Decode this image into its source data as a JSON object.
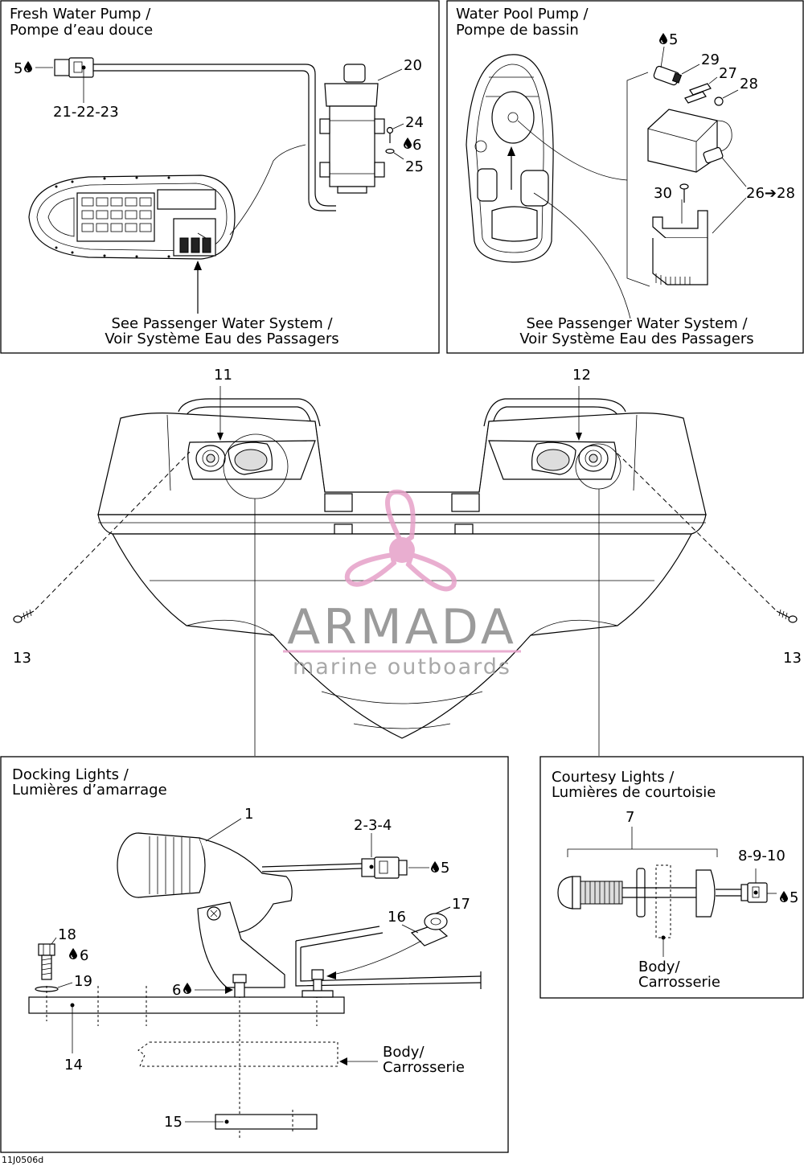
{
  "panels": {
    "fresh_water_pump": {
      "title_en": "Fresh Water Pump /",
      "title_fr": "Pompe d’eau douce",
      "see_en": "See Passenger Water System /",
      "see_fr": "Voir Système Eau des Passagers"
    },
    "water_pool_pump": {
      "title_en": "Water Pool Pump /",
      "title_fr": "Pompe de bassin",
      "see_en": "See Passenger Water System /",
      "see_fr": "Voir Système Eau des Passagers"
    },
    "docking_lights": {
      "title_en": "Docking Lights /",
      "title_fr": "Lumières d’amarrage",
      "body_en": "Body/",
      "body_fr": "Carrosserie"
    },
    "courtesy_lights": {
      "title_en": "Courtesy Lights /",
      "title_fr": "Lumières de courtoisie",
      "body_en": "Body/",
      "body_fr": "Carrosserie"
    }
  },
  "callouts": {
    "c5_fresh": "5",
    "c21_22_23": "21-22-23",
    "c20": "20",
    "c24": "24",
    "c6_fresh": "6",
    "c25": "25",
    "c5_pool": "5",
    "c29": "29",
    "c27": "27",
    "c28": "28",
    "c30": "30",
    "c26_28": "26➔28",
    "c11": "11",
    "c12": "12",
    "c13_left": "13",
    "c13_right": "13",
    "c1": "1",
    "c2_3_4": "2-3-4",
    "c5_dock": "5",
    "c16": "16",
    "c17": "17",
    "c18": "18",
    "c6_dock18": "6",
    "c19": "19",
    "c6_dock": "6",
    "c14": "14",
    "c15": "15",
    "c7": "7",
    "c8_9_10": "8-9-10",
    "c5_courtesy": "5"
  },
  "watermark": {
    "brand": "ARMADA",
    "tagline": "marine outboards"
  },
  "figure_id": "11J0506d",
  "icons": {
    "sealant_drop": "drop-icon",
    "arrow": "arrow-right-icon"
  }
}
